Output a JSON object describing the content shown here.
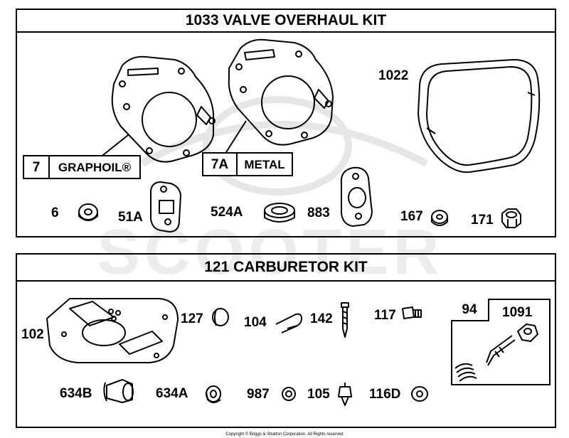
{
  "valve_kit": {
    "title": "1033 VALVE OVERHAUL KIT",
    "options": [
      {
        "number": "7",
        "text": "GRAPHOIL®"
      },
      {
        "number": "7A",
        "text": "METAL"
      }
    ],
    "parts": [
      "1022",
      "6",
      "51A",
      "524A",
      "883",
      "167",
      "171"
    ]
  },
  "carb_kit": {
    "title": "121 CARBURETOR KIT",
    "parts": [
      "102",
      "127",
      "104",
      "142",
      "117",
      "634B",
      "634A",
      "987",
      "105",
      "116D"
    ],
    "sub_box": {
      "tag": "94",
      "part": "1091"
    }
  },
  "footer": {
    "copyright": "Copyright © Briggs & Stratton Corporation. All Rights reserved"
  },
  "colors": {
    "line": "#000000",
    "background": "#ffffff",
    "watermark": "#e4e4e4"
  }
}
